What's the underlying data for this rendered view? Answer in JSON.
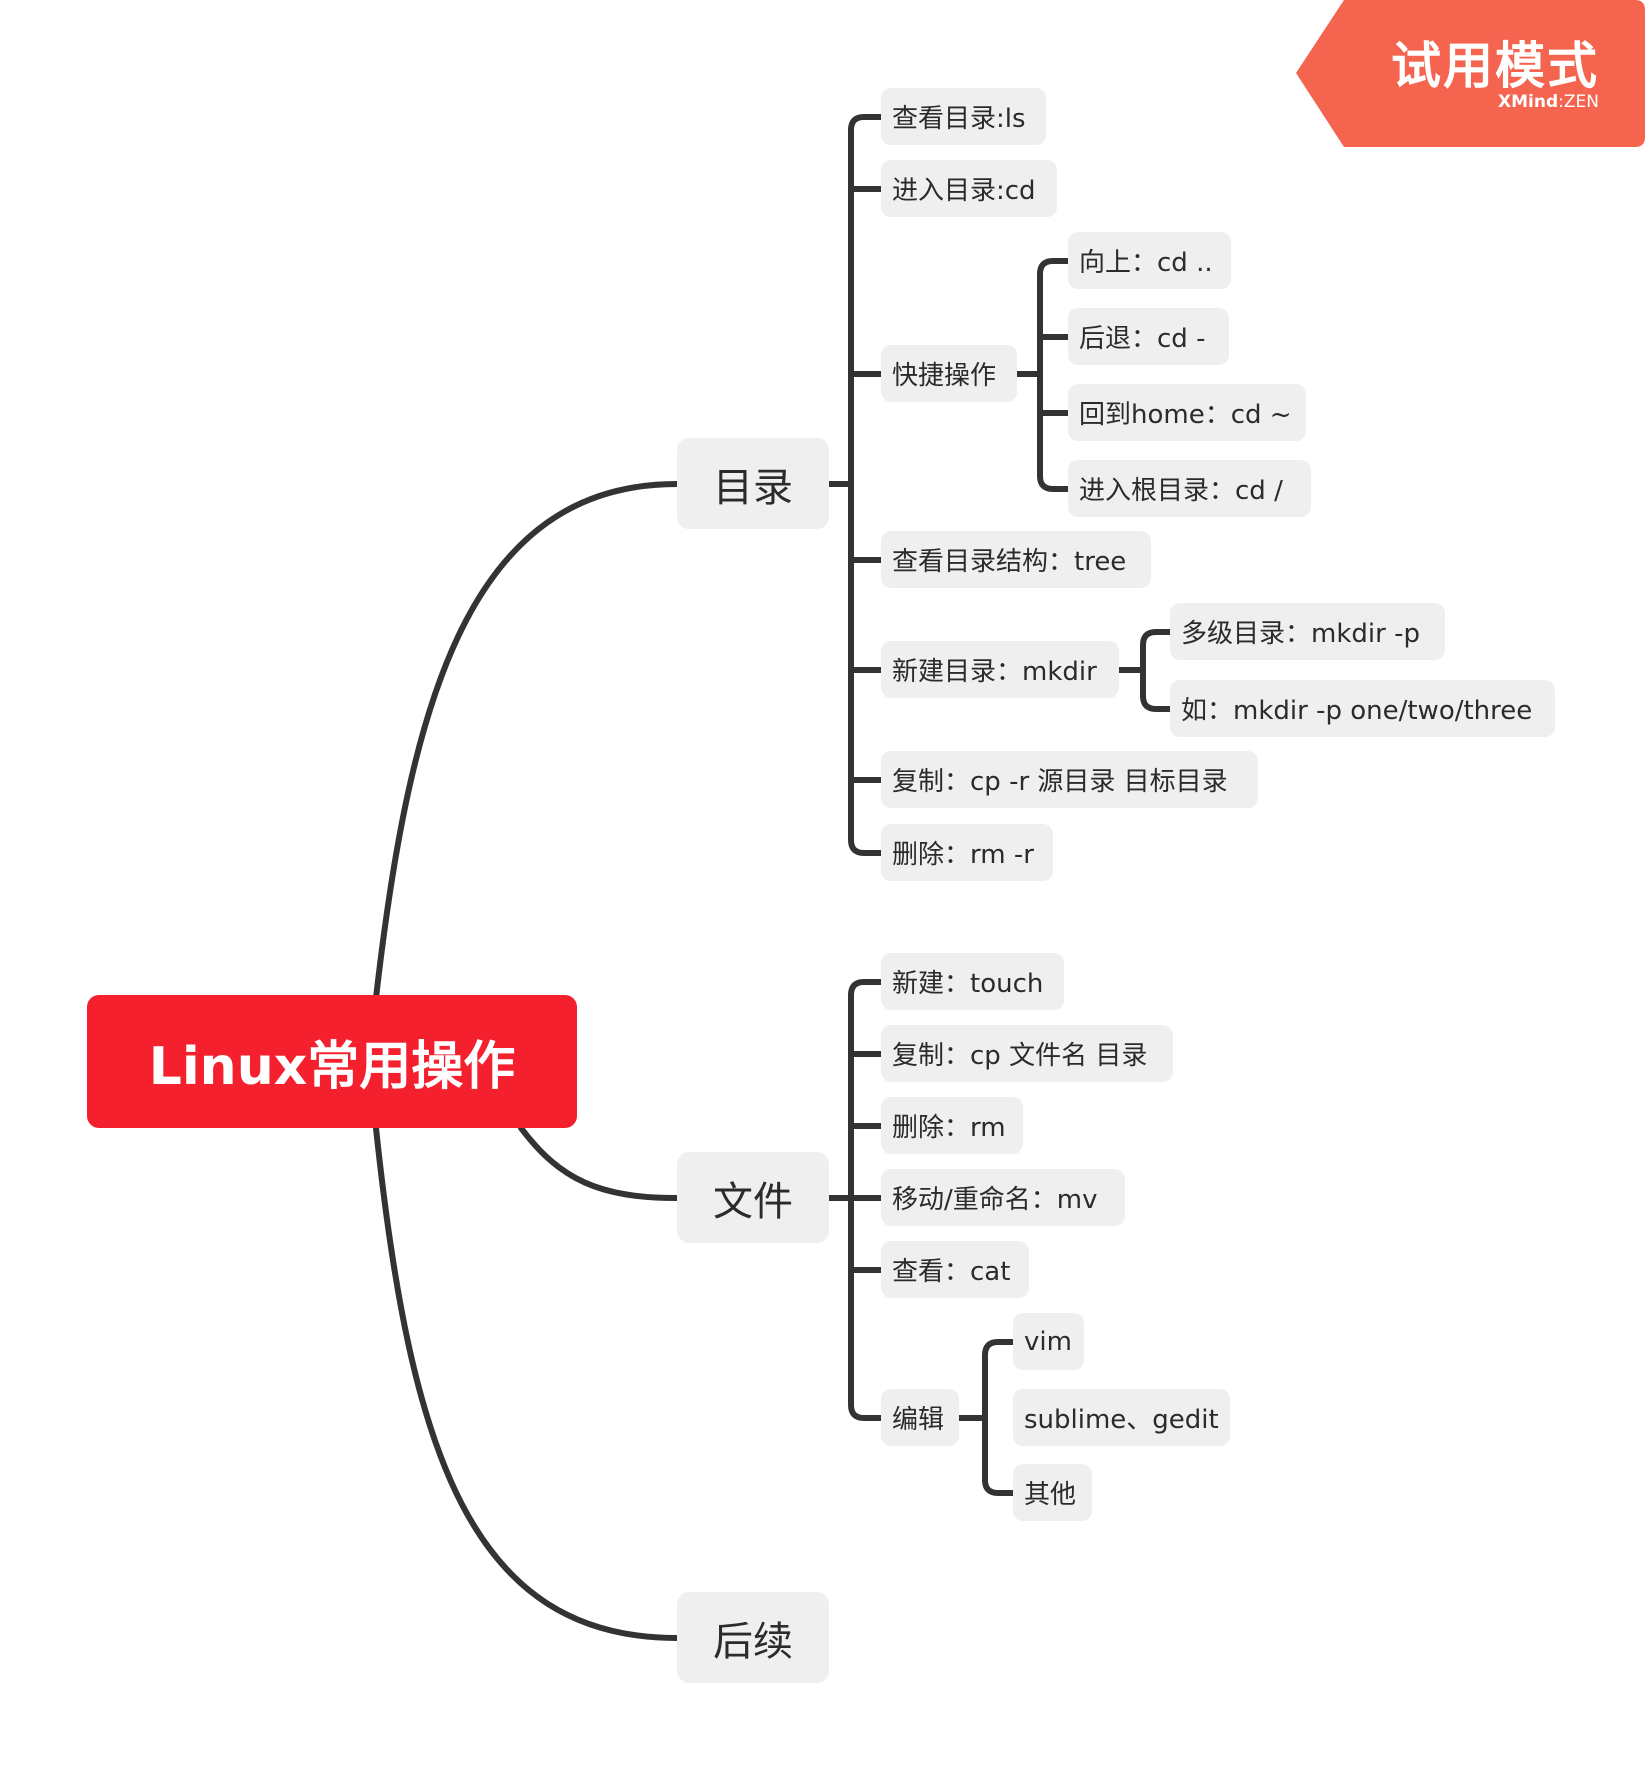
{
  "root": {
    "label": "Linux常用操作"
  },
  "branches": {
    "directory": {
      "label": "目录",
      "items": {
        "ls": "查看目录:ls",
        "cd": "进入目录:cd",
        "shortcuts": {
          "label": "快捷操作",
          "up": "向上：cd ..",
          "back": "后退：cd -",
          "home": "回到home：cd ~",
          "root": "进入根目录：cd /"
        },
        "tree": "查看目录结构：tree",
        "mkdir": {
          "label": "新建目录：mkdir",
          "multi": "多级目录：mkdir -p",
          "example": "如：mkdir -p one/two/three"
        },
        "copy": "复制：cp -r 源目录 目标目录",
        "delete": "删除：rm -r"
      }
    },
    "file": {
      "label": "文件",
      "items": {
        "touch": "新建：touch",
        "copy": "复制：cp 文件名 目录",
        "delete": "删除：rm",
        "move": "移动/重命名：mv",
        "view": "查看：cat",
        "edit": {
          "label": "编辑",
          "vim": "vim",
          "sublime": "sublime、gedit",
          "other": "其他"
        }
      }
    },
    "later": {
      "label": "后续"
    }
  },
  "watermark": {
    "title": "试用模式",
    "brand": "XMind",
    "sep": ":",
    "edition": "ZEN"
  },
  "colors": {
    "root": "#f4202e",
    "node": "#efefef",
    "line": "#333333",
    "badge": "#f4644f",
    "text": "#2b2b2b"
  }
}
